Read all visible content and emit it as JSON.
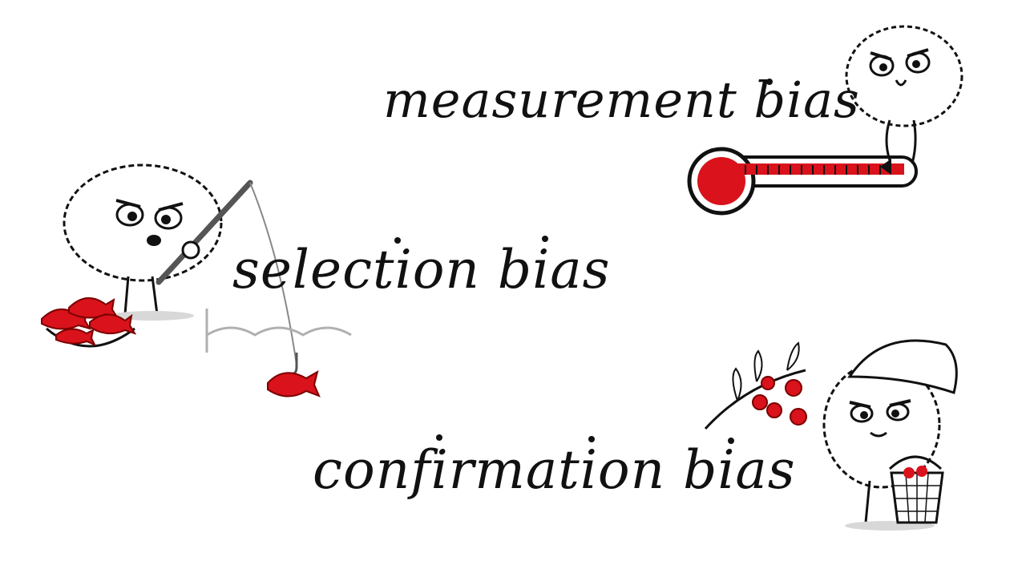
{
  "labels": {
    "measurement": "measurement bias",
    "selection": "selection bias",
    "confirmation": "confirmation bias"
  },
  "colors": {
    "ink": "#111111",
    "accent_red": "#d9121b",
    "shadow_gray": "#d8d8d8",
    "water_gray": "#b0b0b0"
  },
  "icons": {
    "measurement": "thermometer-icon",
    "selection": "fishing-rod-icon",
    "confirmation": "cherry-branch-icon"
  }
}
